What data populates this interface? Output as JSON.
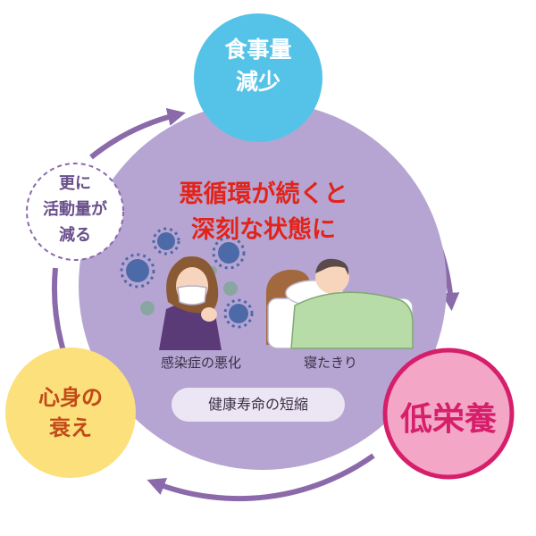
{
  "center": {
    "title": "悪循環が続くと\n深刻な状態に",
    "result_label": "健康寿命の短縮"
  },
  "nodes": {
    "top": "食事量\n減少",
    "right": "低栄養",
    "left": "心身の\n衰え",
    "note": "更に\n活動量が\n減る"
  },
  "illustrations": [
    {
      "name": "woman-with-viruses",
      "caption": "感染症の悪化"
    },
    {
      "name": "man-bedridden",
      "caption": "寝たきり"
    }
  ],
  "colors": {
    "center_circle": "#b6a5d2",
    "arrow": "#8b6aaa",
    "top_node": "#55c3e8",
    "right_node_fill": "#f4a6c6",
    "right_node_border": "#d61f6b",
    "left_node": "#fce07c",
    "title_text": "#e2231a"
  }
}
